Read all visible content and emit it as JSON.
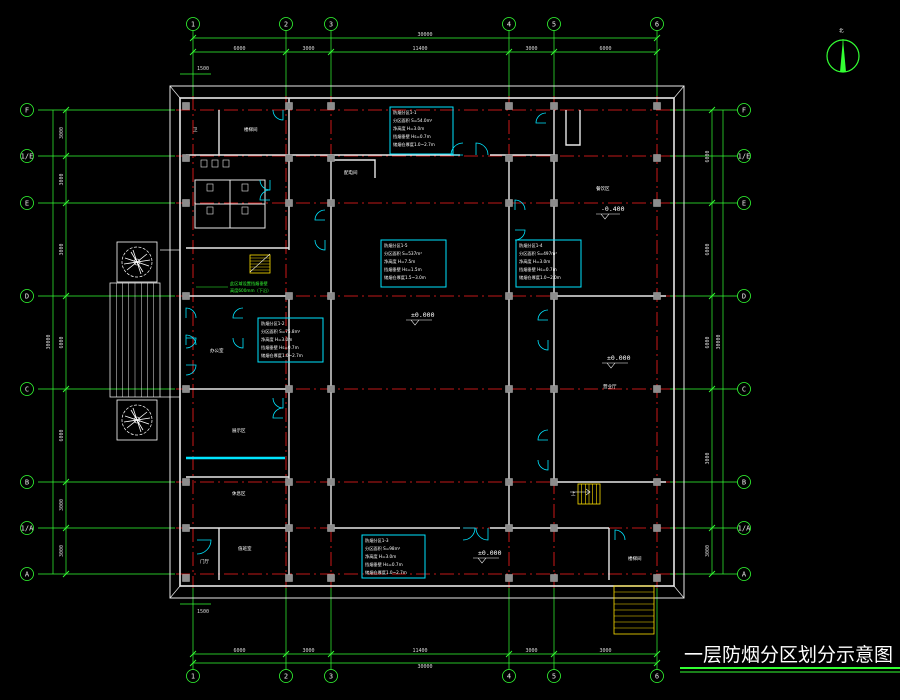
{
  "drawing": {
    "title": "一层防烟分区划分示意图  1:100",
    "north_label": "北",
    "colors": {
      "background": "#000000",
      "axis": "#33ff33",
      "grid_line": "#ff2020",
      "wall": "#e8e8e8",
      "door": "#00e5ff",
      "column": "#8c8c8c",
      "stair": "#ffe000",
      "title_underline": "#33ff33"
    }
  },
  "axes": {
    "vertical": [
      "1",
      "2",
      "3",
      "4",
      "5",
      "6"
    ],
    "horizontal": [
      "F",
      "1/E",
      "E",
      "D",
      "C",
      "B",
      "1/A",
      "A"
    ]
  },
  "dimensions": {
    "top_spans": [
      "6000",
      "3000",
      "11400",
      "3000",
      "6000"
    ],
    "top_total": "30000",
    "bottom_spans": [
      "6000",
      "3000",
      "11400",
      "3000",
      "3000"
    ],
    "bottom_total": "30000",
    "left_spans": [
      "3000",
      "3000",
      "3000",
      "6000",
      "6000",
      "3000",
      "3000"
    ],
    "left_total": "30000",
    "right_spans": [
      "6000",
      "6000",
      "6000",
      "3000",
      "3000"
    ],
    "right_total": "30000",
    "offset": "1500"
  },
  "zones": [
    {
      "lines": [
        "防烟分区1-1",
        "分区面积 S=54.0m²",
        "净高度 H=3.0m",
        "挡烟垂壁 Hs=0.7m",
        "储烟仓厚度1.0~2.7m"
      ]
    },
    {
      "lines": [
        "防烟分区1-5",
        "分区面积 S=537m²",
        "净高度 H=7.5m",
        "挡烟垂壁 Hs=1.5m",
        "储烟仓厚度1.5~3.0m"
      ]
    },
    {
      "lines": [
        "防烟分区1-4",
        "分区面积 S=497m²",
        "净高度 H=3.0m",
        "挡烟垂壁 Hs=0.7m",
        "储烟仓厚度1.0~2.0m"
      ]
    },
    {
      "lines": [
        "防烟分区1-2",
        "分区面积 S=75.8m²",
        "净高度 H=3.0m",
        "挡烟垂壁 Hs=0.7m",
        "储烟仓厚度1.0~2.7m"
      ]
    },
    {
      "lines": [
        "防烟分区1-3",
        "分区面积 S=98m²",
        "净高度 H=3.0m",
        "挡烟垂壁 Hs=0.7m",
        "储烟仓厚度1.0~2.7m"
      ]
    }
  ],
  "rooms": [
    "楼梯间",
    "卫",
    "配电间",
    "餐饮区",
    "办公室",
    "展示区",
    "休息区",
    "值班室",
    "营业厅",
    "楼梯间",
    "门厅"
  ],
  "elevations": [
    "-0.400",
    "±0.000",
    "±0.000",
    "±0.000"
  ],
  "notes": {
    "green": [
      "此区域设置挡烟垂壁",
      "高度600mm（下沿）"
    ],
    "stair_up": "上"
  }
}
